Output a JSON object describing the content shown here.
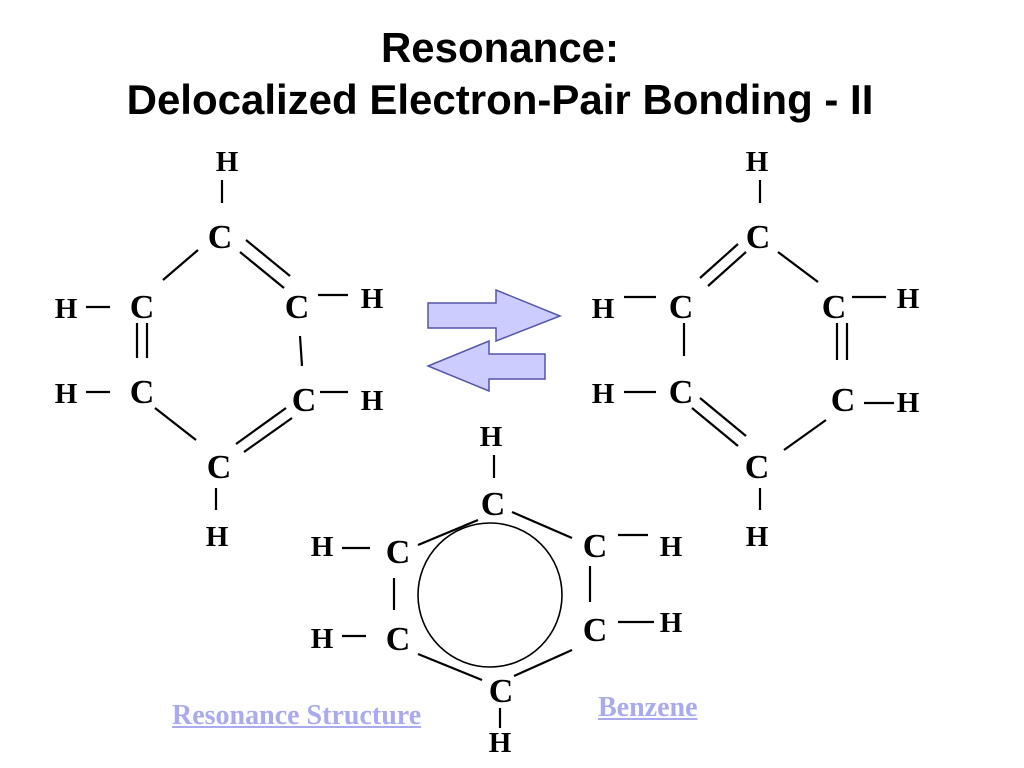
{
  "title": {
    "line1": "Resonance:",
    "line2": "Delocalized Electron-Pair Bonding - II"
  },
  "atoms": {
    "carbon": "C",
    "hydrogen": "H"
  },
  "captions": {
    "resonance_structure": "Resonance Structure",
    "benzene": "Benzene"
  },
  "colors": {
    "arrow_fill": "#ccccff",
    "arrow_stroke": "#5555aa",
    "link": "#aaaaee"
  }
}
